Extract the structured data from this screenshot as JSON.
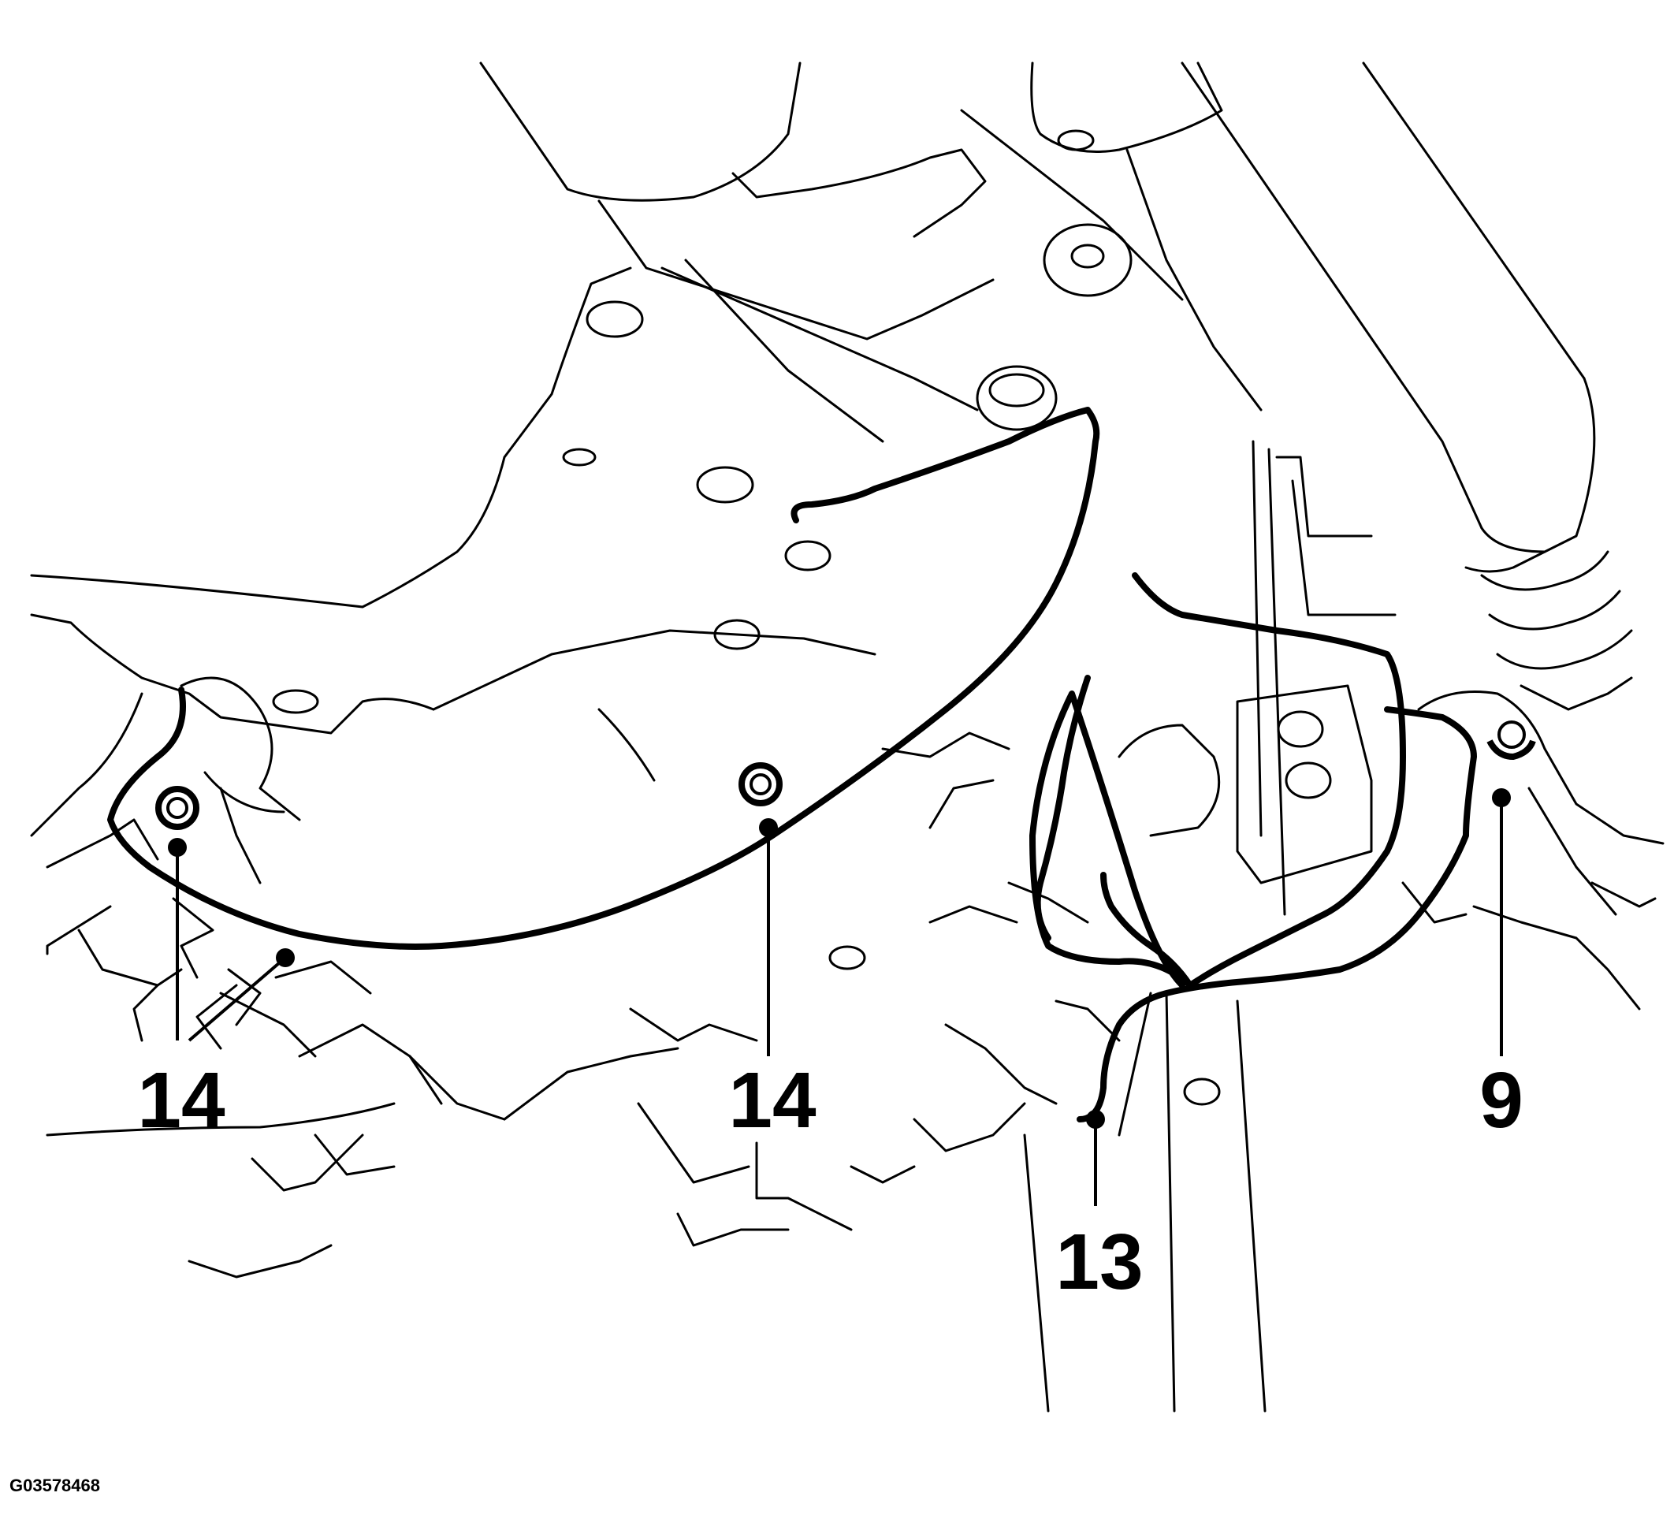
{
  "figure_id": "G03578468",
  "callouts": {
    "left_14": "14",
    "mid_14": "14",
    "right_13": "13",
    "right_9": "9"
  },
  "colors": {
    "line": "#000000",
    "background": "#ffffff"
  }
}
